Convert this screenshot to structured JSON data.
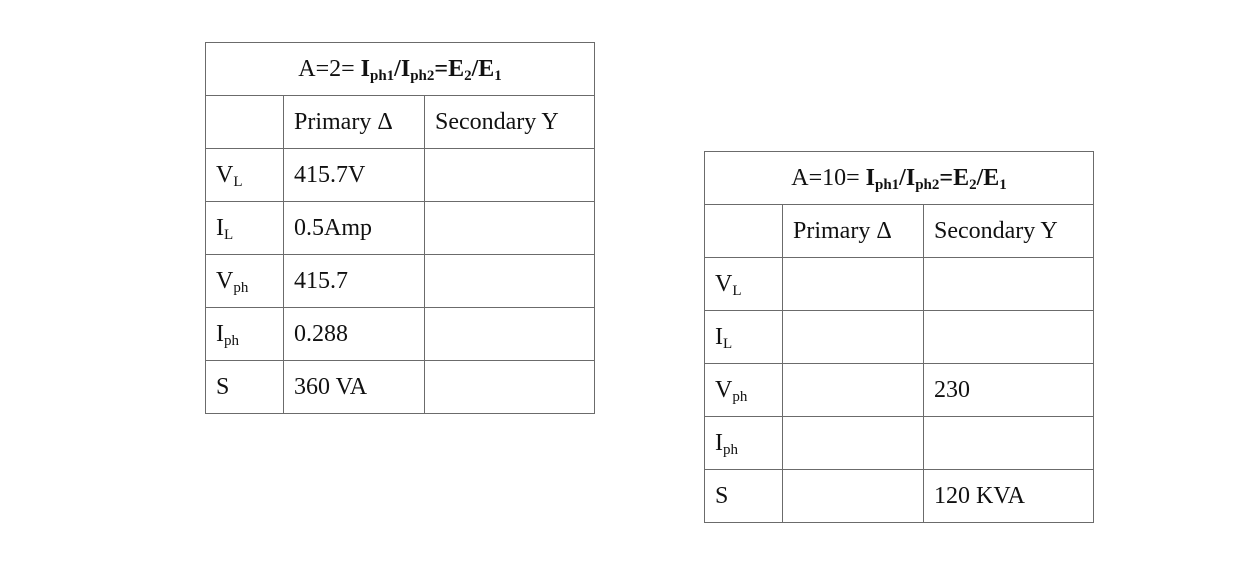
{
  "tables": [
    {
      "title": {
        "prefix": "A=2= ",
        "i1": "I",
        "i1_sub": "ph1",
        "slash1": "/",
        "i2": "I",
        "i2_sub": "ph2",
        "eq": "=",
        "e2": "E",
        "e2_sub": "2",
        "slash2": "/",
        "e1": "E",
        "e1_sub": "1"
      },
      "headers": [
        "",
        "Primary Δ",
        "Secondary Y"
      ],
      "rows": [
        {
          "q": "V",
          "q_sub": "L",
          "primary": "415.7V",
          "secondary": ""
        },
        {
          "q": "I",
          "q_sub": "L",
          "primary": "0.5Amp",
          "secondary": ""
        },
        {
          "q": "V",
          "q_sub": "ph",
          "primary": "415.7",
          "secondary": ""
        },
        {
          "q": "I",
          "q_sub": "ph",
          "primary": "0.288",
          "secondary": ""
        },
        {
          "q": "S",
          "q_sub": "",
          "primary": "360 VA",
          "secondary": ""
        }
      ]
    },
    {
      "title": {
        "prefix": "A=10= ",
        "i1": "I",
        "i1_sub": "ph1",
        "slash1": "/",
        "i2": "I",
        "i2_sub": "ph2",
        "eq": "=",
        "e2": "E",
        "e2_sub": "2",
        "slash2": "/",
        "e1": "E",
        "e1_sub": "1"
      },
      "headers": [
        "",
        "Primary Δ",
        "Secondary Y"
      ],
      "rows": [
        {
          "q": "V",
          "q_sub": "L",
          "primary": "",
          "secondary": ""
        },
        {
          "q": "I",
          "q_sub": "L",
          "primary": "",
          "secondary": ""
        },
        {
          "q": "V",
          "q_sub": "ph",
          "primary": "",
          "secondary": "230"
        },
        {
          "q": "I",
          "q_sub": "ph",
          "primary": "",
          "secondary": ""
        },
        {
          "q": "S",
          "q_sub": "",
          "primary": "",
          "secondary": "120 KVA"
        }
      ]
    }
  ]
}
